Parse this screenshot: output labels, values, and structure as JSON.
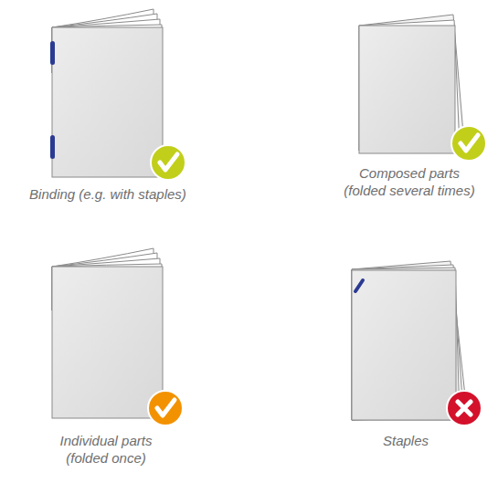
{
  "diagram": {
    "labels": [
      "Binding (e.g. with staples)",
      "Composed parts (folded several times)",
      "Individual parts (folded once)",
      "Staples"
    ]
  }
}
